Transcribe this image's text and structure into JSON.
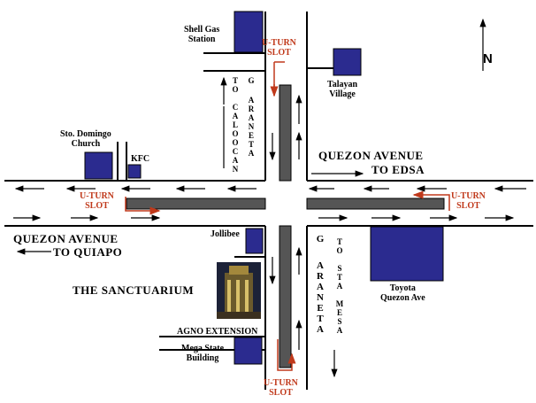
{
  "labels": {
    "shell": "Shell Gas\nStation",
    "uturn_top": "U-TURN\nSLOT",
    "talayan": "Talayan\nVillage",
    "north": "N",
    "sto_domingo": "Sto. Domingo\nChurch",
    "kfc": "KFC",
    "quezon_edsa_1": "QUEZON AVENUE",
    "quezon_edsa_2": "TO EDSA",
    "uturn_left": "U-TURN\nSLOT",
    "uturn_right": "U-TURN\nSLOT",
    "quezon_quiapo_1": "QUEZON AVENUE",
    "quezon_quiapo_2": "TO QUIAPO",
    "jollibee": "Jollibee",
    "sanctuarium": "THE SANCTUARIUM",
    "toyota": "Toyota\nQuezon Ave",
    "agno": "AGNO EXTENSION",
    "mega": "Mega State\nBuilding",
    "uturn_bottom": "U-TURN\nSLOT",
    "to_caloocan": "TO CALOOCAN",
    "araneta_top": "ARANETA",
    "araneta_bottom": "ARANETA",
    "to_sta_mesa": "TO STA MESA",
    "g_top": "G",
    "g_bottom": "G"
  },
  "colors": {
    "building": "#2b2b8f",
    "median": "#555555",
    "road_line": "#000000",
    "uturn": "#c0391b"
  }
}
